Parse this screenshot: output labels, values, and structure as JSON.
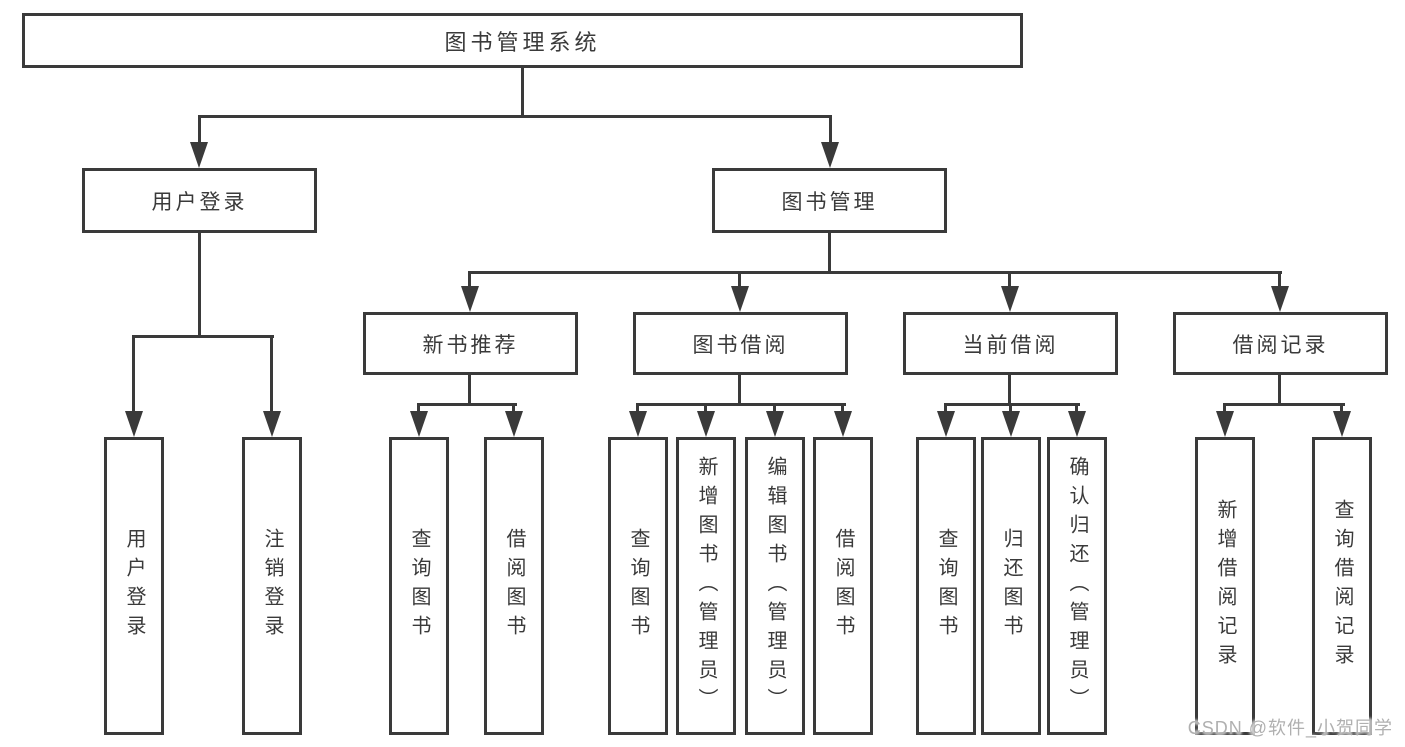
{
  "diagram": {
    "root": "图书管理系统",
    "level2": [
      "用户登录",
      "图书管理"
    ],
    "level3": [
      "新书推荐",
      "图书借阅",
      "当前借阅",
      "借阅记录"
    ],
    "leaves": {
      "user_login": [
        "用户登录",
        "注销登录"
      ],
      "new_book_recommend": [
        "查询图书",
        "借阅图书"
      ],
      "book_borrow": [
        "查询图书",
        "新增图书（管理员）",
        "编辑图书（管理员）",
        "借阅图书"
      ],
      "current_borrow": [
        "查询图书",
        "归还图书",
        "确认归还（管理员）"
      ],
      "borrow_record": [
        "新增借阅记录",
        "查询借阅记录"
      ]
    },
    "colors": {
      "line": "#3a3a3a",
      "text": "#3a3a3a",
      "box_fill": "#ffffff",
      "background": "#ffffff",
      "watermark": "#b0b0b0"
    }
  },
  "watermark": "CSDN @软件_小贺同学"
}
